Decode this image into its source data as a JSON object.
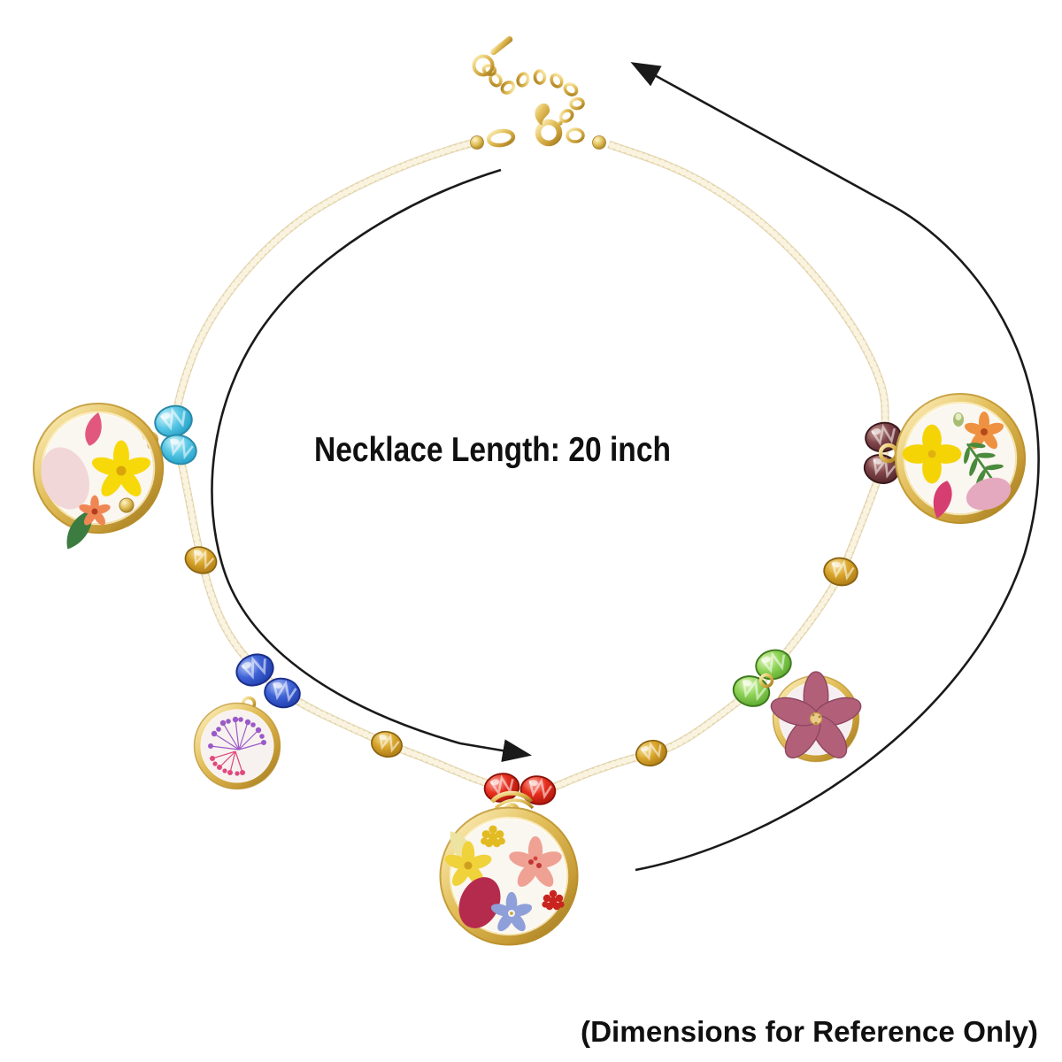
{
  "image": {
    "kind": "jewelry product reference photo",
    "background": "#ffffff"
  },
  "annotations": {
    "length_label": "Necklace Length: 20 inch",
    "reference_note": "(Dimensions for Reference Only)",
    "arrow_color": "#1a1a1a",
    "text_color": "#101010"
  },
  "necklace": {
    "chain": {
      "style": "champagne seed-bead strand",
      "bead_color": "#e7d6a5",
      "highlight_color": "#f9f3e0",
      "clasp": "gold lobster clasp with extension chain and end bar"
    },
    "metal_color": "#d4af37",
    "crystal_beads": [
      {
        "position": "left-upper",
        "color_name": "aqua-blue",
        "hex": "#5bc9e6",
        "count": 2
      },
      {
        "position": "left",
        "color_name": "amber-citrine",
        "hex": "#d9a52a",
        "count": 1
      },
      {
        "position": "left-lower",
        "color_name": "royal-blue",
        "hex": "#3f63d8",
        "count": 2
      },
      {
        "position": "bottom-left",
        "color_name": "amber-citrine",
        "hex": "#d9a52a",
        "count": 1
      },
      {
        "position": "bottom-center",
        "color_name": "red",
        "hex": "#e62e1e",
        "count": 2
      },
      {
        "position": "bottom-right",
        "color_name": "amber-citrine",
        "hex": "#d9a52a",
        "count": 1
      },
      {
        "position": "right-lower",
        "color_name": "peridot-green",
        "hex": "#8fd457",
        "count": 2
      },
      {
        "position": "right",
        "color_name": "amber-citrine",
        "hex": "#d9a52a",
        "count": 1
      },
      {
        "position": "right-upper",
        "color_name": "garnet-brown",
        "hex": "#80454a",
        "count": 2
      }
    ],
    "pendants": [
      {
        "position": "upper-left",
        "size": "large",
        "contents": "pressed pink petal, pale pink petal, yellow flower, orange flower, green leaf, gold charm"
      },
      {
        "position": "lower-left",
        "size": "small",
        "contents": "purple and pink queen-annes-lace sprays"
      },
      {
        "position": "bottom-center",
        "size": "large",
        "contents": "yellow, peach, periwinkle and red pressed flowers with dark red petal"
      },
      {
        "position": "lower-right",
        "size": "small",
        "contents": "single mauve pressed flower"
      },
      {
        "position": "upper-right",
        "size": "large",
        "contents": "yellow flower, orange flower, fern leaf, magenta and light pink petals"
      }
    ]
  }
}
